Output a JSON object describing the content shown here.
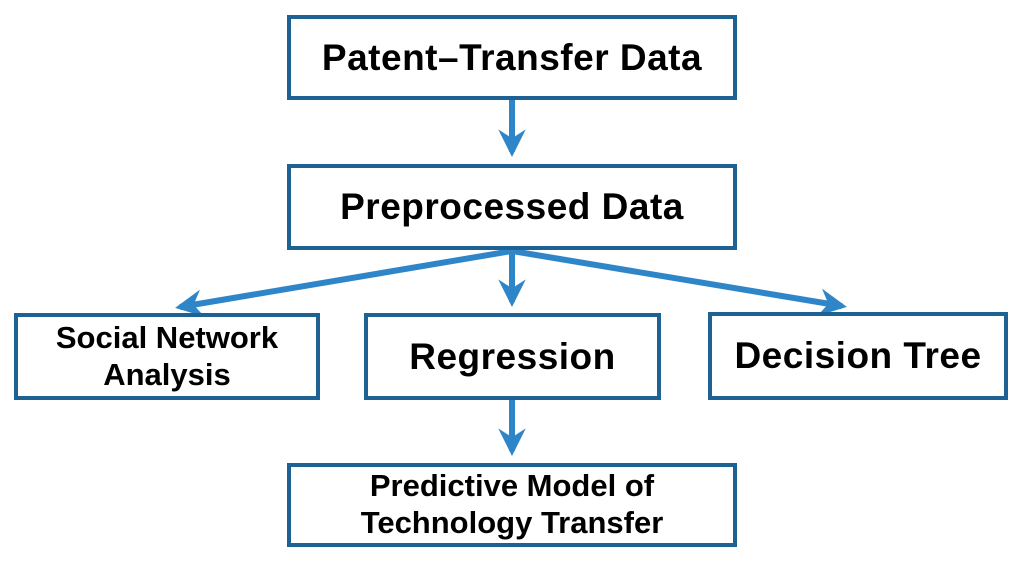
{
  "diagram": {
    "type": "flowchart",
    "nodes": {
      "patent_transfer_data": {
        "label": "Patent–Transfer Data"
      },
      "preprocessed_data": {
        "label": "Preprocessed Data"
      },
      "social_network_analysis": {
        "label": "Social Network\nAnalysis"
      },
      "regression": {
        "label": "Regression"
      },
      "decision_tree": {
        "label": "Decision Tree"
      },
      "predictive_model": {
        "label": "Predictive Model of\nTechnology Transfer"
      }
    },
    "edges": [
      {
        "from": "patent_transfer_data",
        "to": "preprocessed_data"
      },
      {
        "from": "preprocessed_data",
        "to": "social_network_analysis"
      },
      {
        "from": "preprocessed_data",
        "to": "regression"
      },
      {
        "from": "preprocessed_data",
        "to": "decision_tree"
      },
      {
        "from": "regression",
        "to": "predictive_model"
      }
    ],
    "colors": {
      "box_border": "#1E6193",
      "arrow": "#2E86C8",
      "box_fill": "#FFFFFF",
      "text": "#000000",
      "background": "#FFFFFF"
    }
  }
}
